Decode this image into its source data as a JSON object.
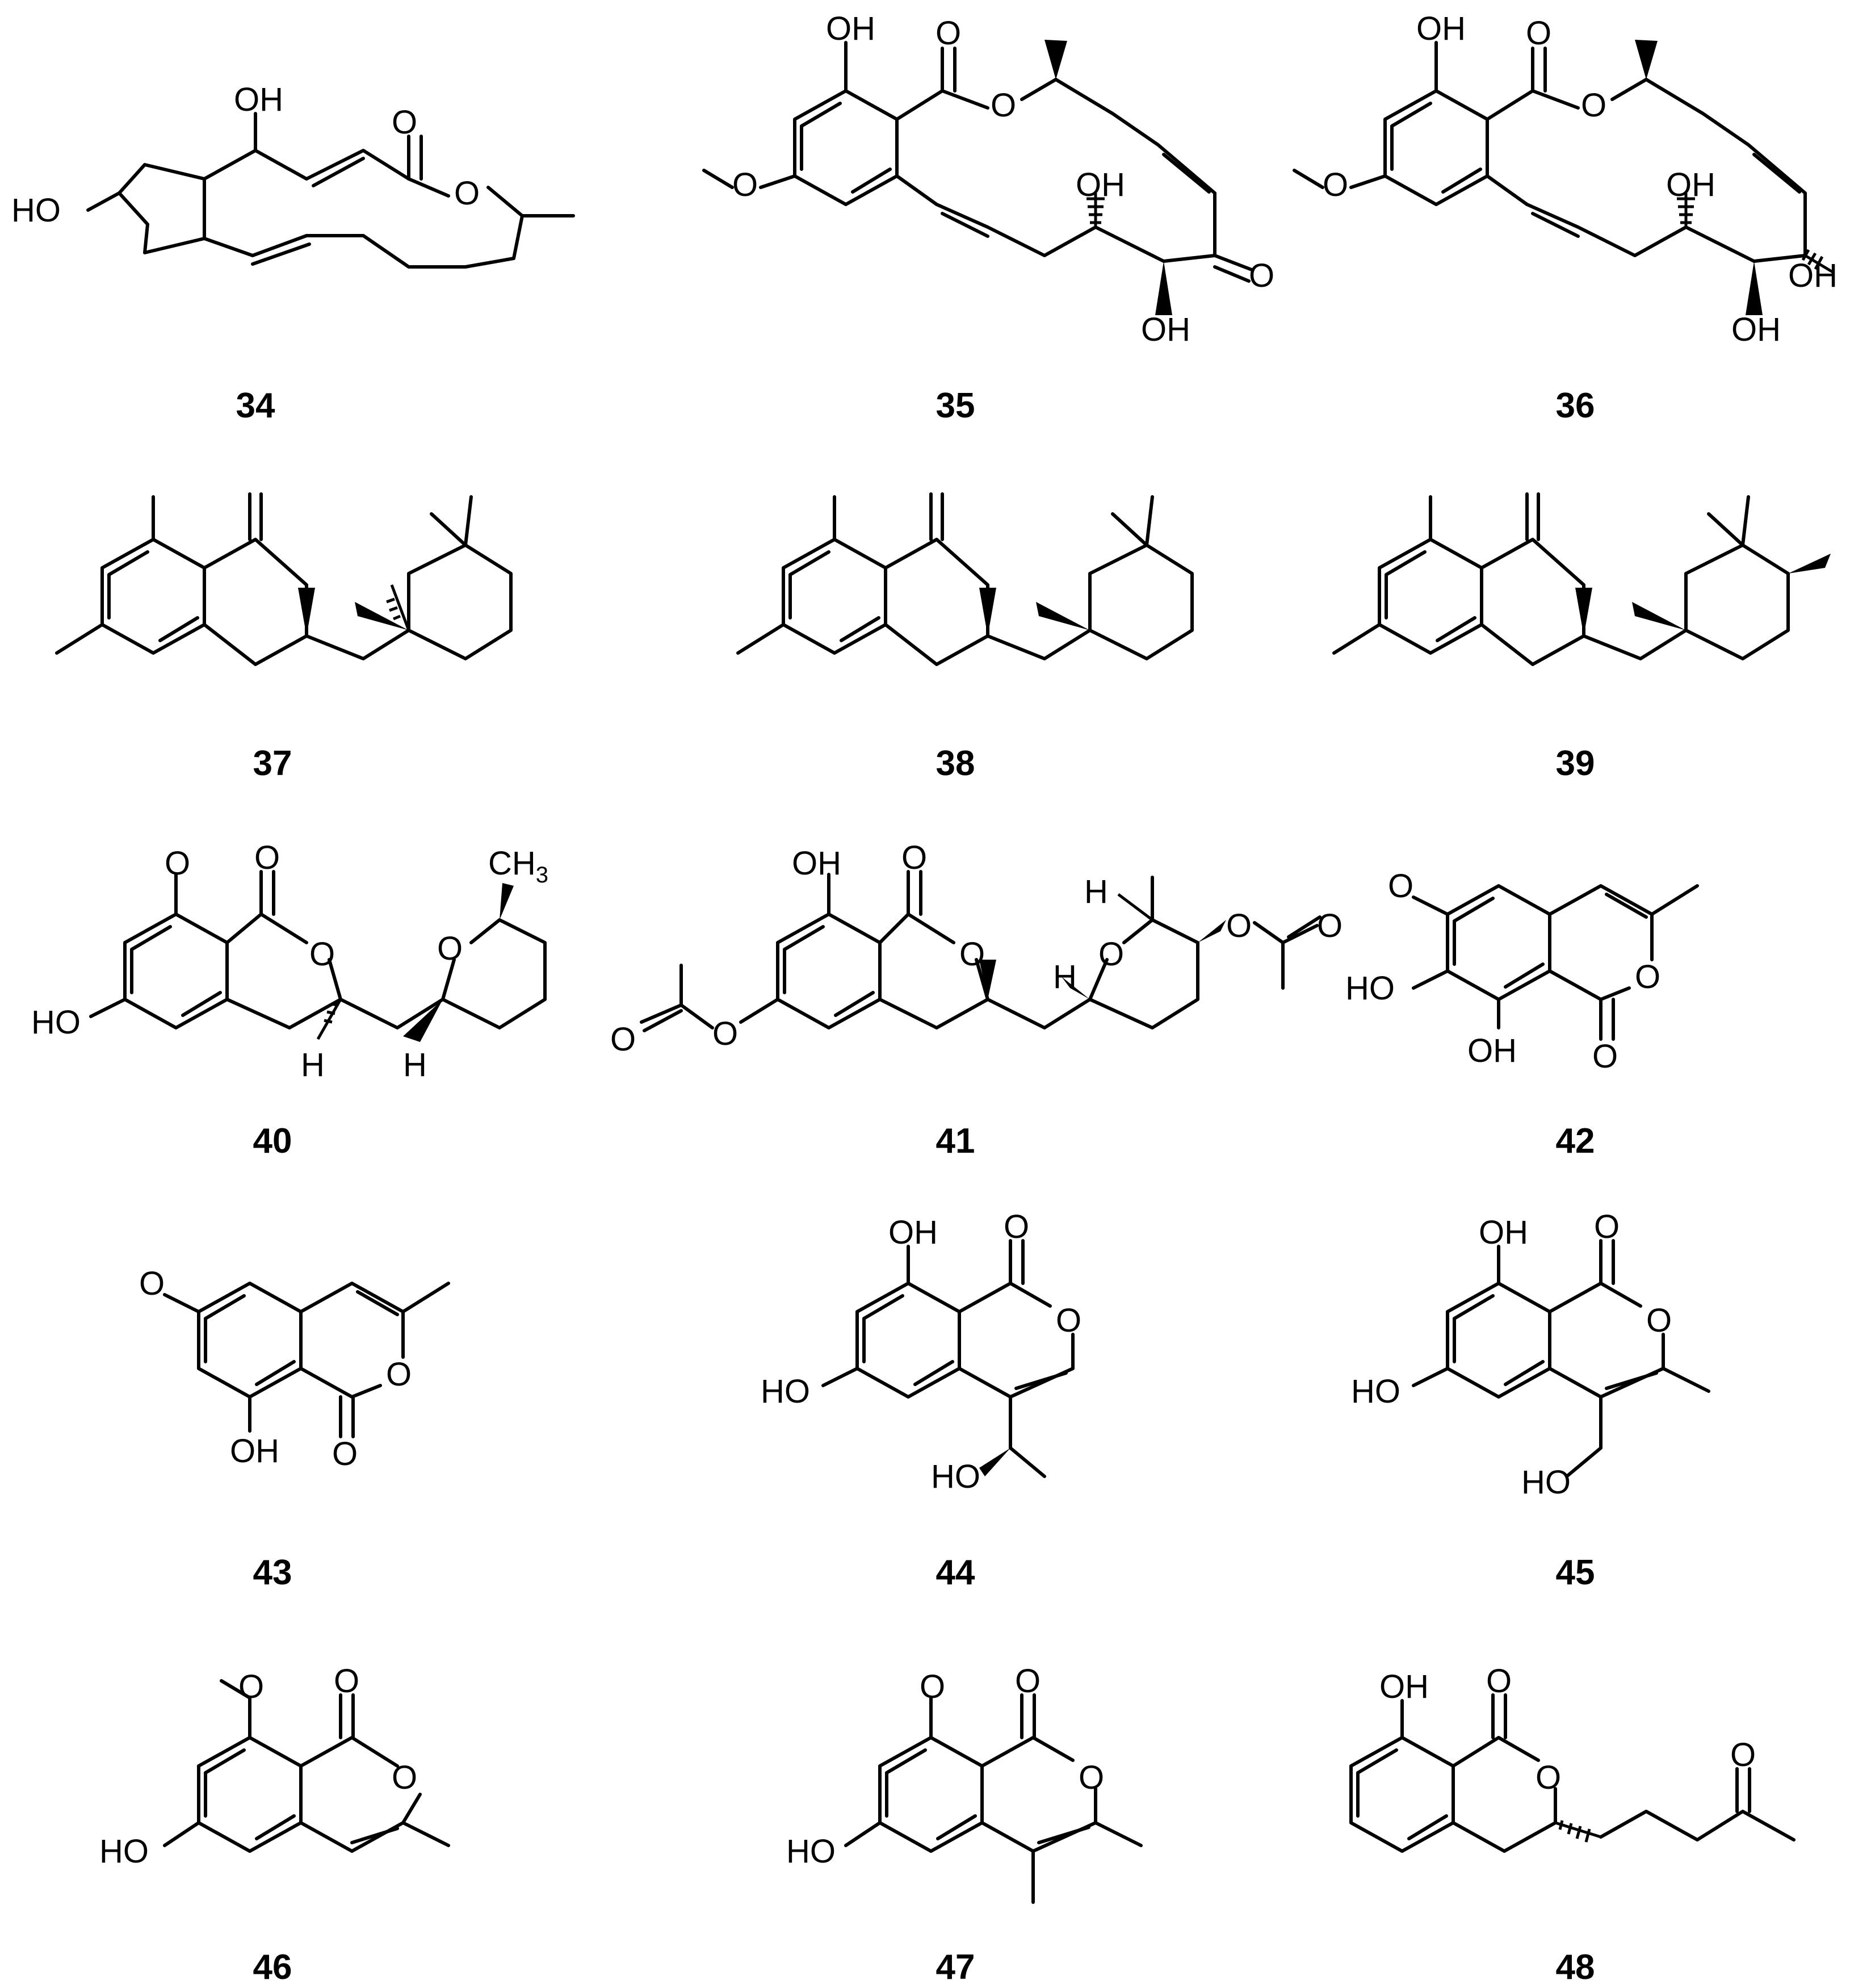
{
  "atoms": {
    "OH": "OH",
    "HO": "HO",
    "O": "O",
    "H": "H",
    "CH3": "CH",
    "sub3": "3"
  },
  "compounds": [
    {
      "id": "34"
    },
    {
      "id": "35"
    },
    {
      "id": "36"
    },
    {
      "id": "37"
    },
    {
      "id": "38"
    },
    {
      "id": "39"
    },
    {
      "id": "40"
    },
    {
      "id": "41"
    },
    {
      "id": "42"
    },
    {
      "id": "43"
    },
    {
      "id": "44"
    },
    {
      "id": "45"
    },
    {
      "id": "46"
    },
    {
      "id": "47"
    },
    {
      "id": "48"
    }
  ]
}
